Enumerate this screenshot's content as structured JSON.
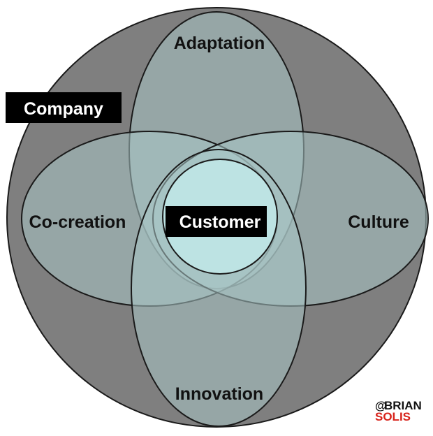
{
  "diagram": {
    "outer_label": "Company",
    "center_label": "Customer",
    "petals": {
      "top": "Adaptation",
      "left": "Co-creation",
      "right": "Culture",
      "bottom": "Innovation"
    }
  },
  "logo": {
    "at": "@",
    "line1": "BRIAN",
    "line2": "SOLIS"
  },
  "colors": {
    "outer_fill": "#7f7f7f",
    "petal_fill": "#a9c7c7",
    "center_fill": "#c4eded",
    "stroke": "#1a1a1a",
    "label_bg": "#000000",
    "logo_red": "#d8231b"
  }
}
